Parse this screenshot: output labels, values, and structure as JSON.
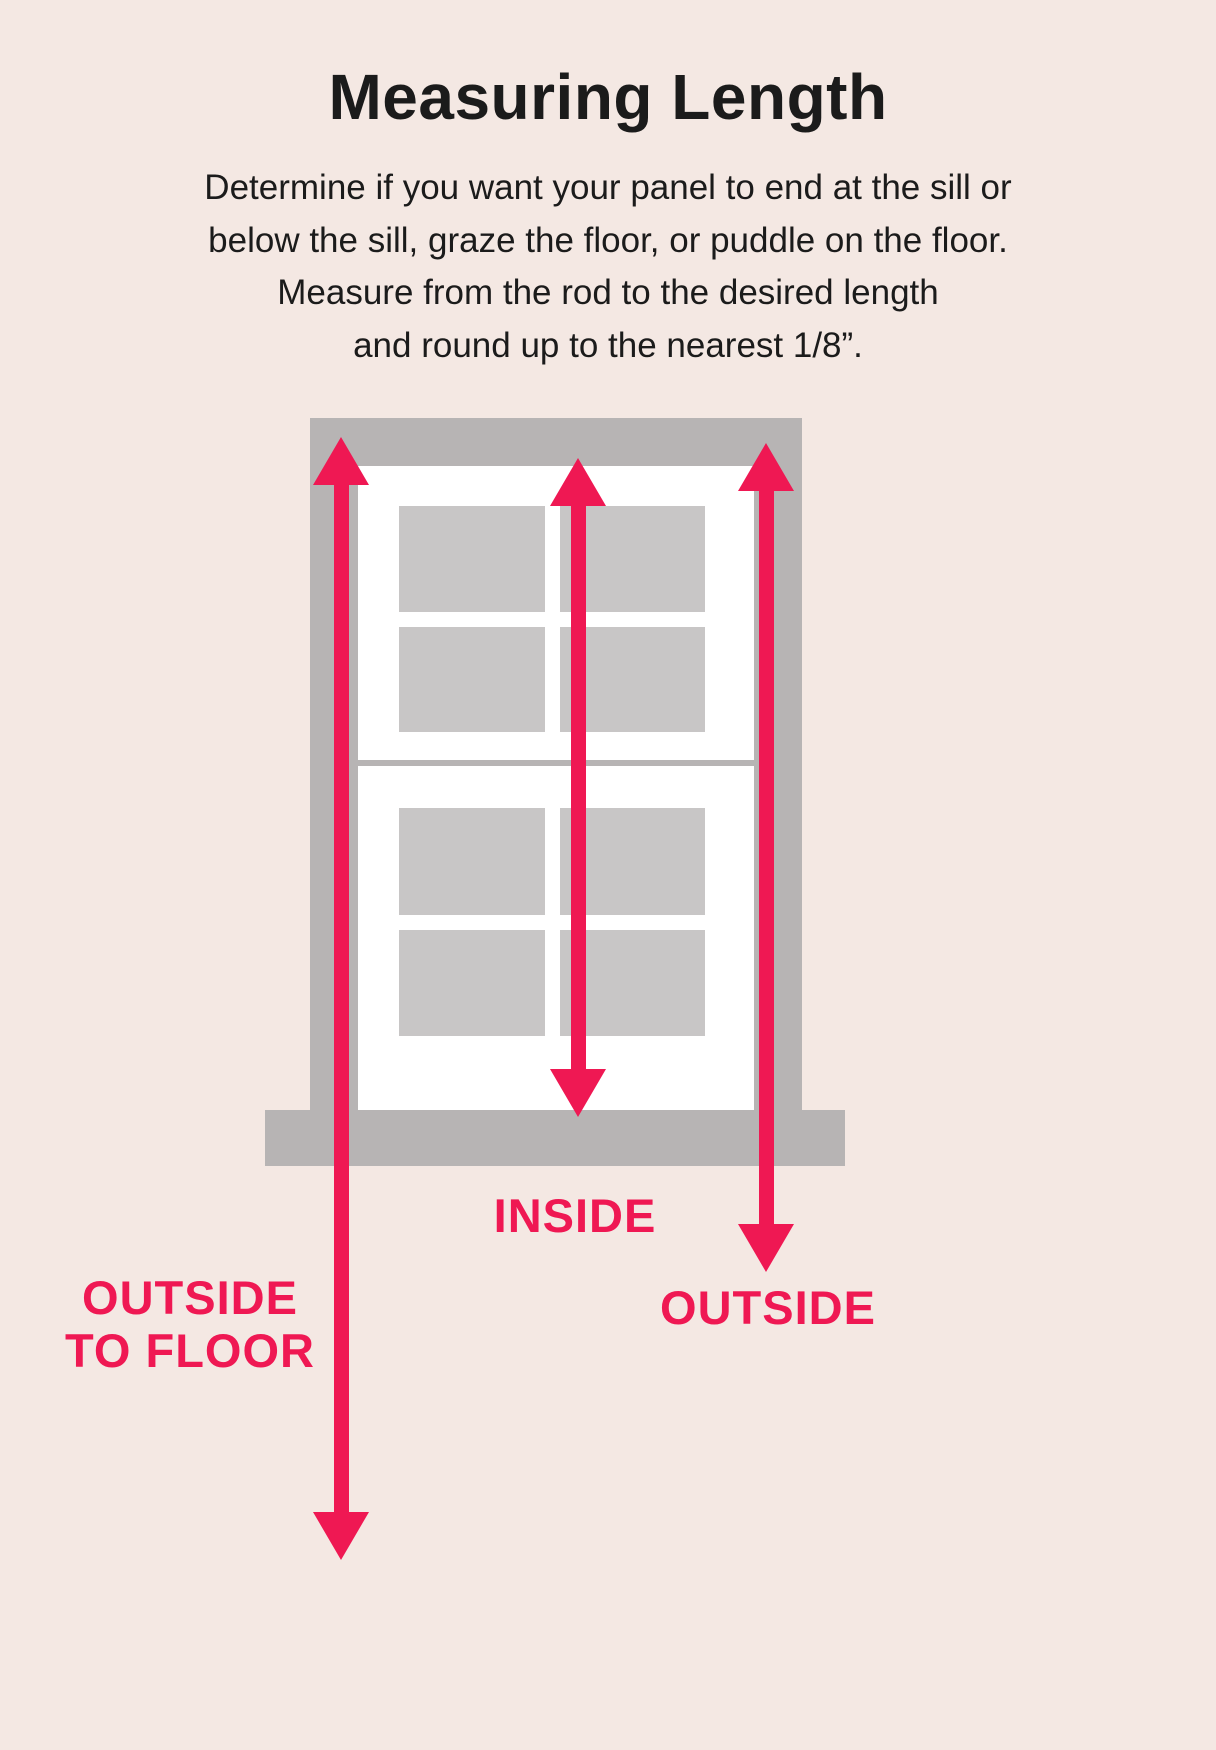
{
  "colors": {
    "bg": "#f4e8e3",
    "text": "#1b1b1b",
    "accent": "#ef1853",
    "frame_gray": "#b7b4b4",
    "pane_gray": "#c8c6c6",
    "window_white": "#ffffff"
  },
  "header": {
    "title": "Measuring Length",
    "description_lines": [
      "Determine if you want your panel to end at the sill or",
      "below the sill, graze the floor, or puddle on the floor.",
      "Measure from the rod to the desired length",
      "and round up to the nearest 1/8”."
    ]
  },
  "diagram": {
    "labels": {
      "inside": "INSIDE",
      "outside_to_floor_line1": "OUTSIDE",
      "outside_to_floor_line2": "TO FLOOR",
      "outside": "OUTSIDE"
    }
  }
}
